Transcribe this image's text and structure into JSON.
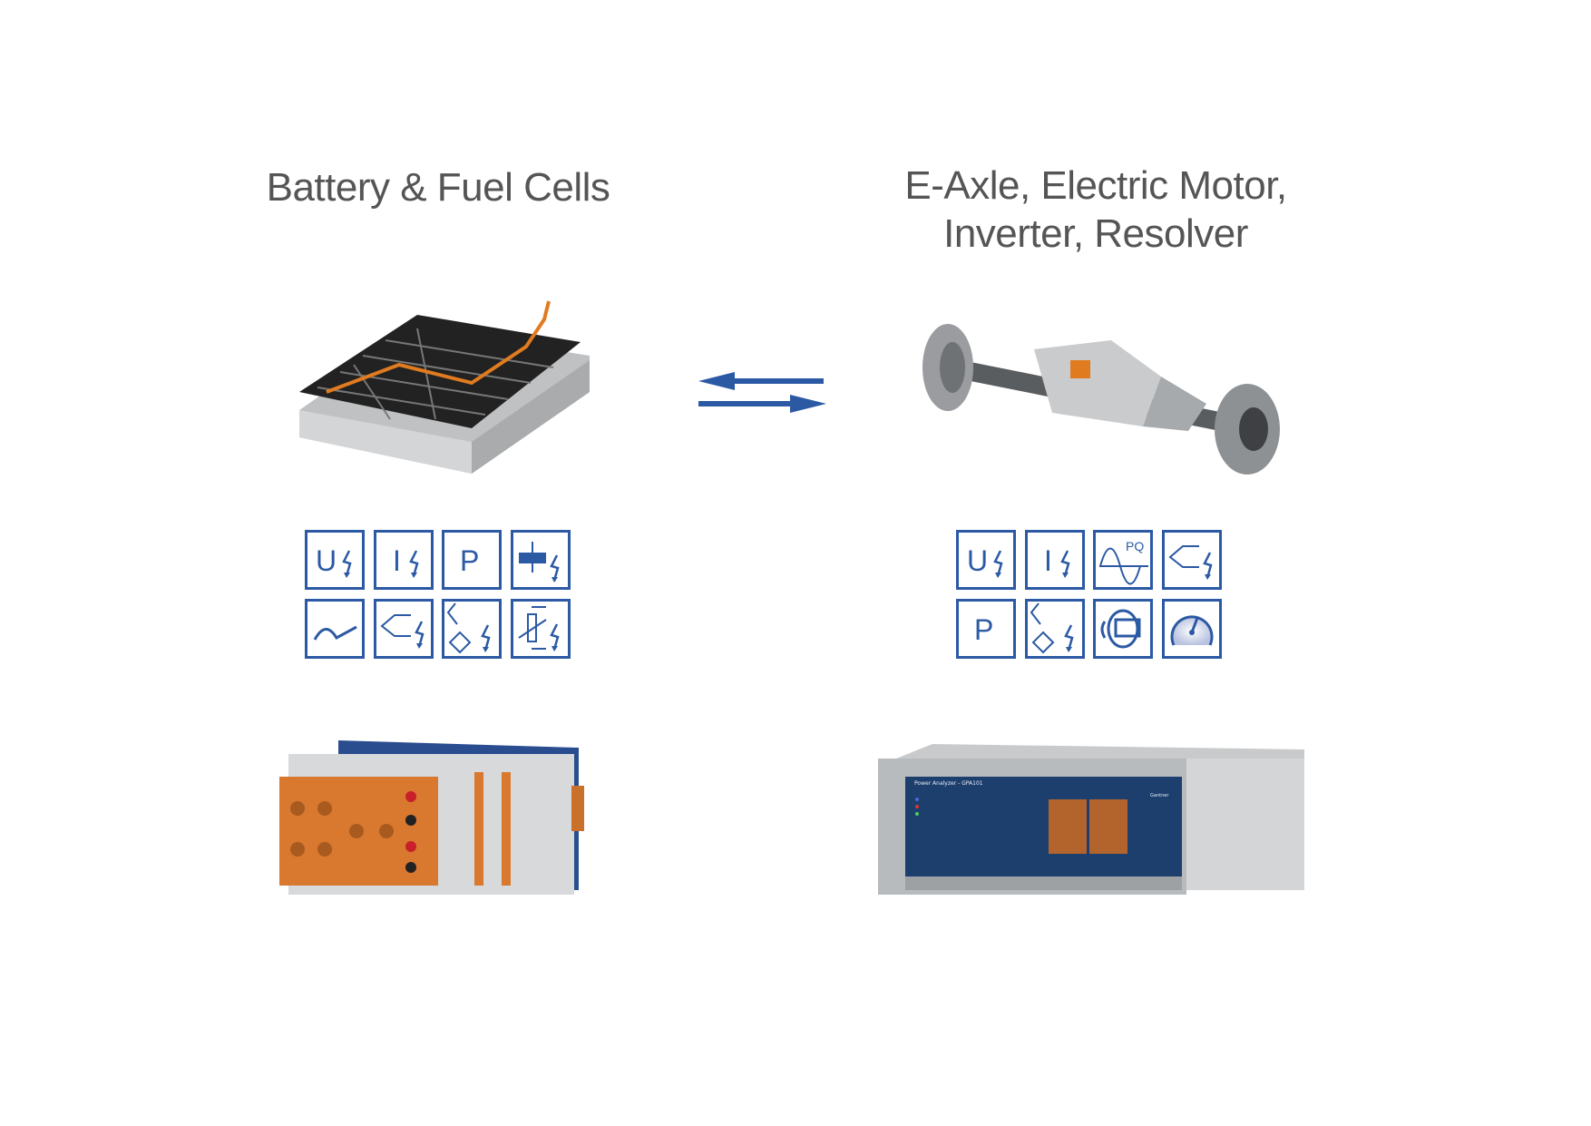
{
  "left": {
    "title": "Battery & Fuel Cells",
    "icons": [
      "voltage-icon",
      "current-icon",
      "power-icon",
      "capacitor-icon",
      "sine-signal-icon",
      "thermocouple-icon",
      "strain-gauge-bridge-icon",
      "rtd-temperature-icon"
    ]
  },
  "right": {
    "title_line1": "E-Axle, Electric Motor,",
    "title_line2": "Inverter, Resolver",
    "icons": [
      "voltage-icon",
      "current-icon",
      "power-quality-icon",
      "thermocouple-icon",
      "power-icon",
      "strain-gauge-bridge-icon",
      "rotation-torque-icon",
      "speedometer-icon"
    ],
    "device_label": "Power Analyzer - GPA101",
    "brand": "Gantner"
  },
  "icon_letters": {
    "u": "U",
    "i": "I",
    "p": "P",
    "pq": "PQ"
  },
  "colors": {
    "icon_blue": "#2b59a4",
    "panel_blue": "#1d3f6e",
    "module_orange": "#d9782f",
    "title_gray": "#555555"
  }
}
